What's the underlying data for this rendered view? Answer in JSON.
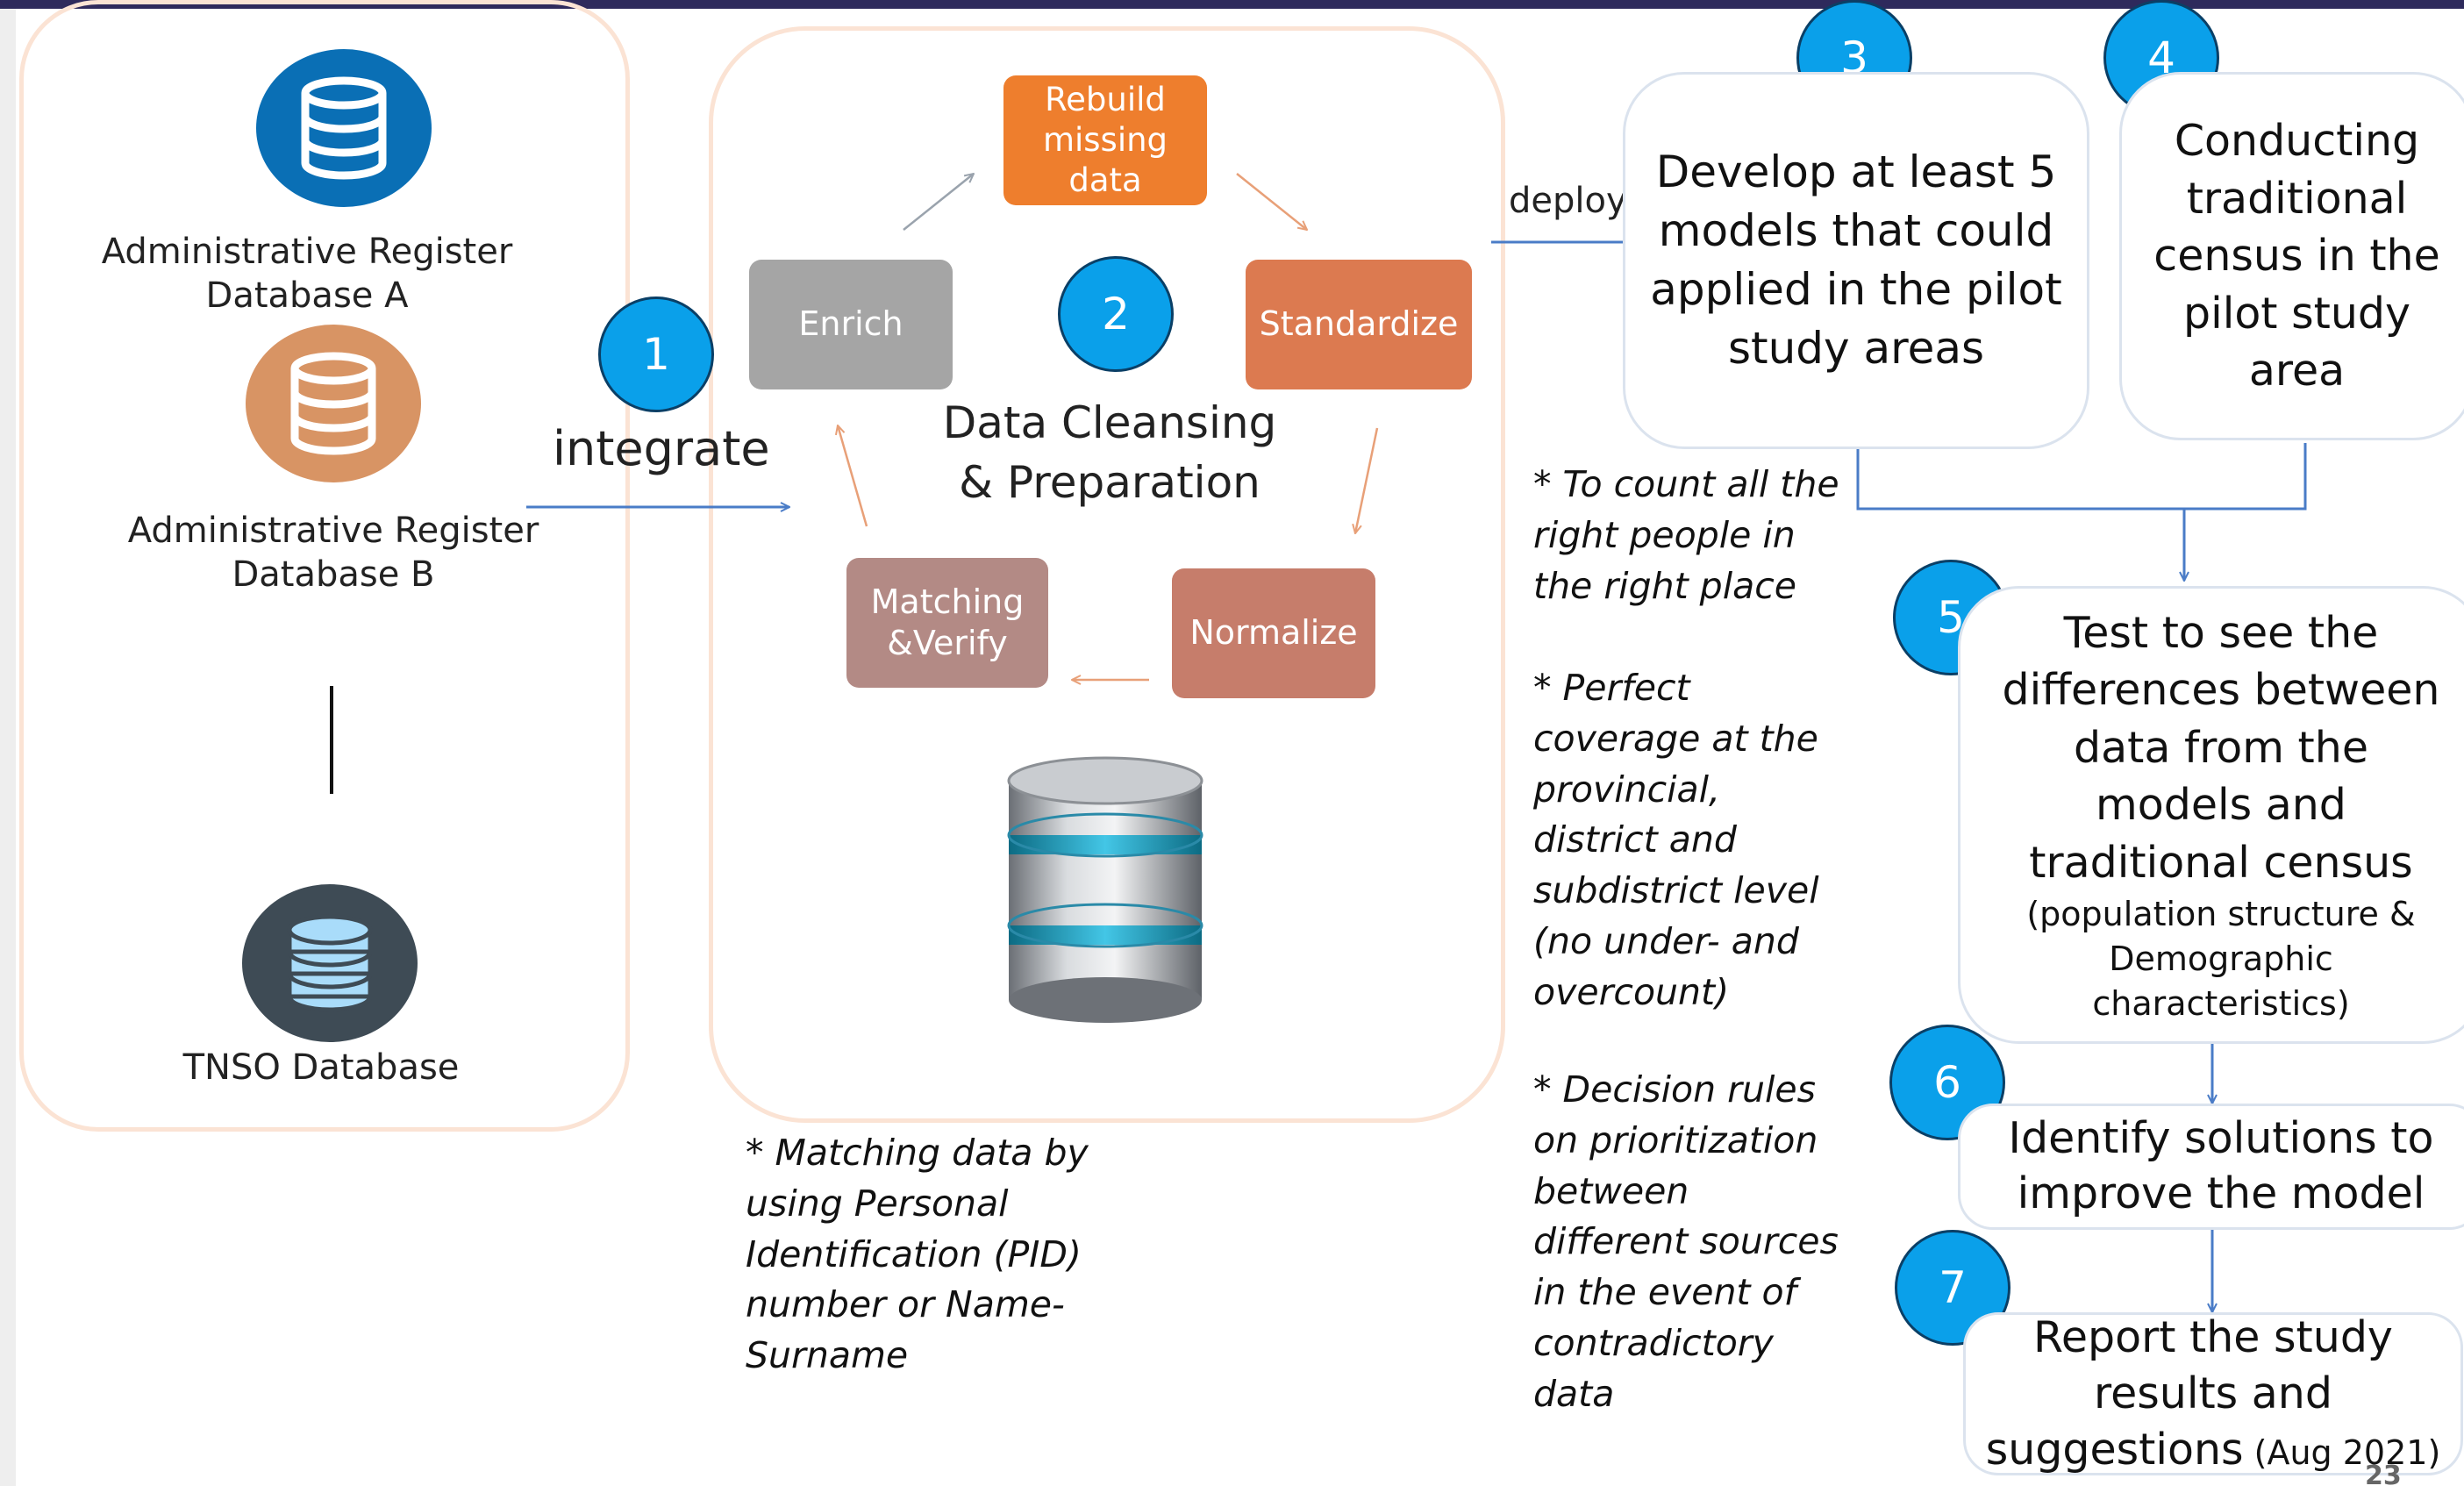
{
  "sources": {
    "db_a": "Administrative Register\nDatabase A",
    "db_b": "Administrative Register\nDatabase B",
    "tnso": "TNSO Database"
  },
  "flow": {
    "integrate": "integrate",
    "deploy": "deploy"
  },
  "badges": [
    "1",
    "2",
    "3",
    "4",
    "5",
    "6",
    "7"
  ],
  "cleansing": {
    "title": "Data Cleansing\n& Preparation",
    "steps": {
      "rebuild": "Rebuild\nmissing\ndata",
      "standardize": "Standardize",
      "normalize": "Normalize",
      "matching": "Matching\n&Verify",
      "enrich": "Enrich"
    },
    "note": "* Matching data by\nusing Personal\nIdentification (PID)\nnumber or Name-\nSurname"
  },
  "steps": {
    "s3": "Develop at least 5\nmodels that could\napplied in the pilot\nstudy  areas",
    "s4": "Conducting\ntraditional\ncensus in the\npilot study\narea",
    "s5_main": "Test to see the\ndifferences between\ndata from the\nmodels and\ntraditional census",
    "s5_sub": "(population structure &\nDemographic\ncharacteristics)",
    "s6": "Identify solutions to\nimprove the model",
    "s7_main": "Report the study\nresults and\nsuggestions",
    "s7_sub": " (Aug 2021)"
  },
  "notes": {
    "count": "* To count all the\nright people in\nthe right place",
    "coverage": "* Perfect\ncoverage at the\nprovincial,\ndistrict and\nsubdistrict level\n(no under- and\novercount)",
    "rules": "* Decision rules\non prioritization\nbetween\ndifferent sources\nin the event of\ncontradictory\ndata"
  },
  "page_number": "23",
  "colors": {
    "badge": "#0aa0ea",
    "rebuild": "#ee7e2d",
    "standardize": "#dc7a50",
    "normalize": "#c67d6b",
    "matching": "#b38a85",
    "enrich": "#a5a5a5",
    "db_a": "#0a6fb5",
    "db_b": "#d89464",
    "tnso": "#3e4b55"
  },
  "icons": [
    "database-icon",
    "server-stack-icon"
  ]
}
